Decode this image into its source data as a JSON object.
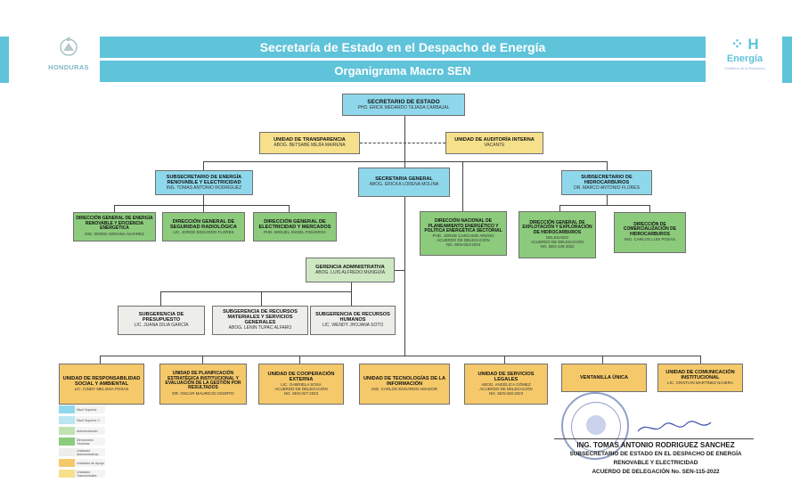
{
  "header": {
    "title": "Secretaría de Estado en el Despacho de Energía",
    "subtitle": "Organigrama Macro SEN",
    "left_logo_text": "HONDURAS",
    "right_logo_mark": "H",
    "right_logo_text": "Energía",
    "right_logo_sub": "Gobierno de la República"
  },
  "colors": {
    "header_band": "#5fc3d9",
    "level_top": "#8fd8ec",
    "transparency": "#f6e08c",
    "technical": "#8ccb7c",
    "admin": "#ededea",
    "support": "#f5c96a"
  },
  "nodes": {
    "secretario": {
      "title": "SECRETARIO DE ESTADO",
      "name": "PhD. ERICK MEDARDO TEJADA CARBAJAL"
    },
    "transparencia": {
      "title": "UNIDAD DE TRANSPARENCIA",
      "name": "ABOG. BETSABÉ MEJÍA MAIRENA"
    },
    "auditoria": {
      "title": "UNIDAD DE AUDITORÍA INTERNA",
      "name": "VACANTE"
    },
    "sub_renovable": {
      "title": "SUBSECRETARIO DE ENERGÍA RENOVABLE Y ELECTRICIDAD",
      "name": "ING. TOMAS ANTONIO RODRIGUEZ"
    },
    "sec_general": {
      "title": "SECRETARIA GENERAL",
      "name": "ABOG. ERICKA LORENA MOLINA"
    },
    "sub_hidro": {
      "title": "SUBSECRETARIO DE HIDROCARBUROS",
      "name": "DR. MARCO ANTONIO FLORES"
    },
    "dg_renovable": {
      "title": "DIRECCIÓN GENERAL DE ENERGÍA RENOVABLE Y EFICIENCIA ENERGÉTICA",
      "name": "ING. DORIS ADRIANA ÁLVAREZ"
    },
    "dg_radiologica": {
      "title": "DIRECCIÓN GENERAL DE SEGURIDAD RADIOLÓGICA",
      "name": "LIC. JORGE EDGARDO FLORES"
    },
    "dg_electricidad": {
      "title": "DIRECCIÓN GENERAL DE ELECTRICIDAD Y MERCADOS",
      "name": "PhD. MIGUEL ÁNGEL FIGUEROA"
    },
    "dn_planeamiento": {
      "title": "DIRECCIÓN NACIONAL DE PLANEAMIENTO ENERGÉTICO Y POLÍTICA ENERGÉTICA SECTORIAL",
      "name": "PhD. JORGE CARCAMO ARDON",
      "note1": "ACUERDO DE DELEGACIÓN",
      "note2": "No. SEN-023-2023"
    },
    "dg_exploracion": {
      "title": "DIRECCIÓN GENERAL DE EXPLOTACIÓN Y EXPLORACIÓN DE HIDROCARBUROS",
      "name": "DELEGADO",
      "note1": "ACUERDO DE DELEGACIÓN",
      "note2": "No. SEN-128-2022"
    },
    "dir_comercializacion": {
      "title": "DIRECCIÓN DE COMERCIALIZACIÓN DE HIDROCARBUROS",
      "name": "ING. CARLOS LUIS POSAS"
    },
    "gerencia_admin": {
      "title": "GERENCIA ADMINISTRATIVA",
      "name": "ABOG. LUIS ALFREDO MUNGUÍA"
    },
    "sub_presupuesto": {
      "title": "SUBGERENCIA DE PRESUPUESTO",
      "name": "LIC. JUANA DILIA GARCÍA"
    },
    "sub_recursos_mat": {
      "title": "SUBGERENCIA DE RECURSOS MATERIALES Y SERVICIOS GENERALES",
      "name": "ABOG. LENIN TUPAC ALFARO"
    },
    "sub_rrhh": {
      "title": "SUBGERENCIA DE RECURSOS HUMANOS",
      "name": "LIC. WENDY JHOJANA SOTO"
    },
    "u_social": {
      "title": "UNIDAD DE RESPONSABILIDAD SOCIAL Y AMBIENTAL",
      "name": "LIC. CINDY MELISSA POSAS"
    },
    "u_planificacion": {
      "title": "UNIDAD DE PLANIFICACIÓN ESTRATÉGICA INSTITUCIONAL Y EVALUACIÓN DE LA GESTIÓN POR RESULTADOS",
      "name": "DR. OSCAR MAURICIO OSORTO"
    },
    "u_cooperacion": {
      "title": "UNIDAD DE COOPERACIÓN EXTERNA",
      "name": "LIC. GABRIELA SOSA",
      "note1": "ACUERDO DE DELEGACIÓN",
      "note2": "No. SEN-027-2023"
    },
    "u_tecnologias": {
      "title": "UNIDAD DE TECNOLOGÍAS DE LA INFORMACIÓN",
      "name": "ING. CARLOS EDGARDO AMADOR"
    },
    "u_legales": {
      "title": "UNIDAD DE SERVICIOS LEGALES",
      "name": "ABOG. ANGÉLICA GÓMEZ",
      "note1": "ACUERDO DE DELEGACIÓN",
      "note2": "No. SEN-028-2023"
    },
    "u_ventanilla": {
      "title": "VENTANILLA ÚNICA",
      "name": ""
    },
    "u_comunicacion": {
      "title": "UNIDAD DE COMUNICACIÓN INSTITUCIONAL",
      "name": "LIC. CRISTIAN MARTÍNEZ NÁJERA"
    }
  },
  "legend": [
    {
      "label": "Nivel Superior",
      "color": "#8fd8ec"
    },
    {
      "label": "Nivel Superior 2",
      "color": "#b9e6f2"
    },
    {
      "label": "Administración",
      "color": "#bfe3b2"
    },
    {
      "label": "Direcciones Técnicas",
      "color": "#8ccb7c"
    },
    {
      "label": "Unidades Administrativas",
      "color": "#ededea"
    },
    {
      "label": "Unidades de Apoyo",
      "color": "#f5c96a"
    },
    {
      "label": "Unidades Transversales",
      "color": "#f6e08c"
    }
  ],
  "signature": {
    "line1": "ING. TOMAS ANTONIO RODRIGUEZ SANCHEZ",
    "line2": "SUBSECRETARIO DE ESTADO EN EL DESPACHO DE ENERGÍA",
    "line3": "RENOVABLE Y ELECTRICIDAD",
    "line4": "ACUERDO DE DELEGACIÓN No. SEN-115-2022"
  }
}
